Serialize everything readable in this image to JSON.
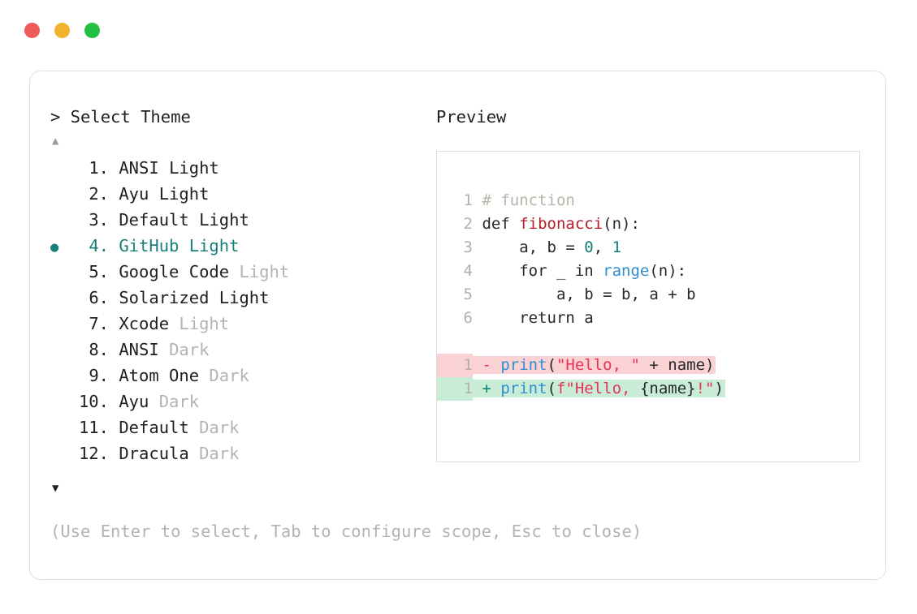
{
  "window": {
    "dots": [
      {
        "name": "close-dot",
        "color": "#f15b57"
      },
      {
        "name": "minimize-dot",
        "color": "#f2b32c"
      },
      {
        "name": "maximize-dot",
        "color": "#23c043"
      }
    ]
  },
  "prompt": {
    "heading": "> Select Theme",
    "scroll_up_indicator": "▲",
    "scroll_down_indicator": "▼",
    "selected_bullet": "●",
    "hint": "(Use Enter to select, Tab to configure scope, Esc to close)",
    "accent_color": "#17807b"
  },
  "themes": [
    {
      "index": "1.",
      "name": "ANSI",
      "suffix": "Light",
      "suffix_dim": false,
      "selected": false
    },
    {
      "index": "2.",
      "name": "Ayu",
      "suffix": "Light",
      "suffix_dim": false,
      "selected": false
    },
    {
      "index": "3.",
      "name": "Default",
      "suffix": "Light",
      "suffix_dim": false,
      "selected": false
    },
    {
      "index": "4.",
      "name": "GitHub",
      "suffix": "Light",
      "suffix_dim": false,
      "selected": true
    },
    {
      "index": "5.",
      "name": "Google Code",
      "suffix": "Light",
      "suffix_dim": true,
      "selected": false
    },
    {
      "index": "6.",
      "name": "Solarized",
      "suffix": "Light",
      "suffix_dim": false,
      "selected": false
    },
    {
      "index": "7.",
      "name": "Xcode",
      "suffix": "Light",
      "suffix_dim": true,
      "selected": false
    },
    {
      "index": "8.",
      "name": "ANSI",
      "suffix": "Dark",
      "suffix_dim": true,
      "selected": false
    },
    {
      "index": "9.",
      "name": "Atom One",
      "suffix": "Dark",
      "suffix_dim": true,
      "selected": false
    },
    {
      "index": "10.",
      "name": "Ayu",
      "suffix": "Dark",
      "suffix_dim": true,
      "selected": false
    },
    {
      "index": "11.",
      "name": "Default",
      "suffix": "Dark",
      "suffix_dim": true,
      "selected": false
    },
    {
      "index": "12.",
      "name": "Dracula",
      "suffix": "Dark",
      "suffix_dim": true,
      "selected": false
    }
  ],
  "preview": {
    "heading": "Preview",
    "code_lines": [
      {
        "num": "1",
        "tokens": [
          {
            "t": " # function",
            "c": "tok-comment"
          }
        ]
      },
      {
        "num": "2",
        "tokens": [
          {
            "t": " def ",
            "c": "tok-plain"
          },
          {
            "t": "fibonacci",
            "c": "tok-func"
          },
          {
            "t": "(n):",
            "c": "tok-plain"
          }
        ]
      },
      {
        "num": "3",
        "tokens": [
          {
            "t": "     a, b = ",
            "c": "tok-plain"
          },
          {
            "t": "0",
            "c": "tok-num"
          },
          {
            "t": ", ",
            "c": "tok-plain"
          },
          {
            "t": "1",
            "c": "tok-num"
          }
        ]
      },
      {
        "num": "4",
        "tokens": [
          {
            "t": "     for _ in ",
            "c": "tok-plain"
          },
          {
            "t": "range",
            "c": "tok-builtin"
          },
          {
            "t": "(n):",
            "c": "tok-plain"
          }
        ]
      },
      {
        "num": "5",
        "tokens": [
          {
            "t": "         a, b = b, a + b",
            "c": "tok-plain"
          }
        ]
      },
      {
        "num": "6",
        "tokens": [
          {
            "t": "     return a",
            "c": "tok-plain"
          }
        ]
      }
    ],
    "diff_lines": [
      {
        "num": "1",
        "kind": "removed",
        "sign": " - ",
        "tokens": [
          {
            "t": "print",
            "c": "tok-builtin"
          },
          {
            "t": "(",
            "c": "tok-plain"
          },
          {
            "t": "\"Hello, \"",
            "c": "tok-string"
          },
          {
            "t": " + name)",
            "c": "tok-plain"
          }
        ]
      },
      {
        "num": "1",
        "kind": "added",
        "sign": " + ",
        "tokens": [
          {
            "t": "print",
            "c": "tok-builtin"
          },
          {
            "t": "(",
            "c": "tok-plain"
          },
          {
            "t": "f\"Hello, ",
            "c": "tok-string"
          },
          {
            "t": "{name}",
            "c": "tok-plain"
          },
          {
            "t": "!\"",
            "c": "tok-string"
          },
          {
            "t": ")",
            "c": "tok-plain"
          }
        ]
      }
    ],
    "diff_removed_bg": "#fbd2d4",
    "diff_added_bg": "#c8ecd6"
  }
}
